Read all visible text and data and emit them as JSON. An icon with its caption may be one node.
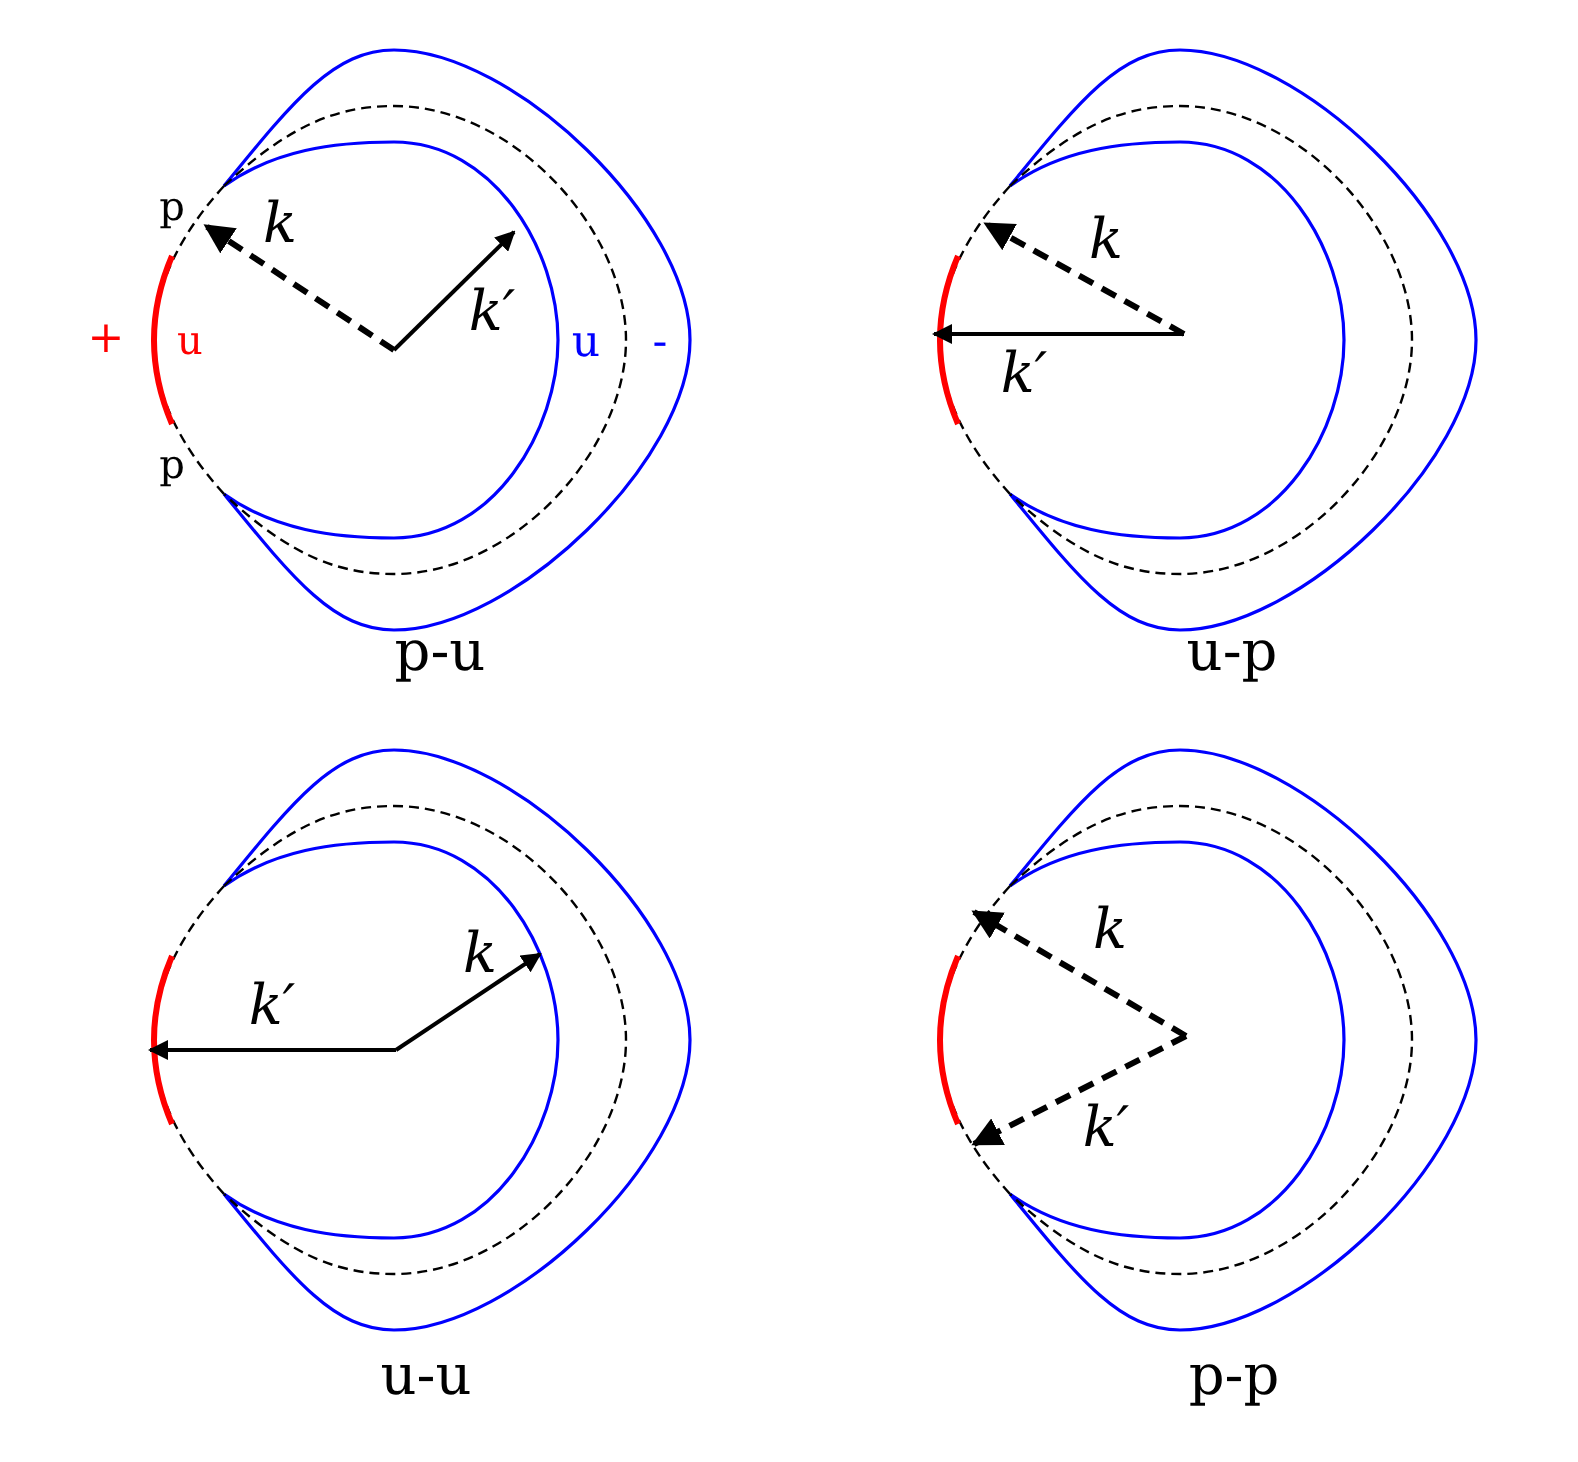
{
  "diagram": {
    "labels": [
      "p",
      "k",
      "k′",
      "+",
      "u",
      "u",
      "-",
      "p",
      "p-u",
      "k",
      "k′",
      "u-p",
      "k′",
      "k",
      "u-u",
      "k",
      "k′",
      "p-p"
    ]
  }
}
